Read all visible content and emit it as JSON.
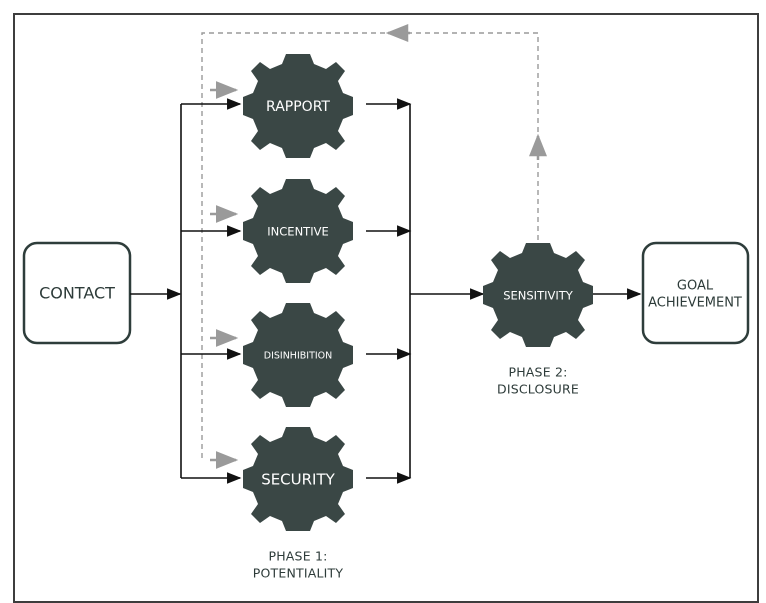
{
  "diagram": {
    "start_box": {
      "label": "CONTACT"
    },
    "phase1": {
      "gears": [
        {
          "label": "RAPPORT"
        },
        {
          "label": "INCENTIVE"
        },
        {
          "label": "DISINHIBITION"
        },
        {
          "label": "SECURITY"
        }
      ],
      "caption_line1": "PHASE 1:",
      "caption_line2": "POTENTIALITY"
    },
    "phase2": {
      "gear": {
        "label": "SENSITIVITY"
      },
      "caption_line1": "PHASE 2:",
      "caption_line2": "DISCLOSURE"
    },
    "end_box": {
      "label_line1": "GOAL",
      "label_line2": "ACHIEVEMENT"
    },
    "colors": {
      "gear_fill": "#3a4745",
      "box_stroke": "#2e3d3b",
      "arrow": "#111111",
      "feedback_arrow": "#9a9a9a"
    },
    "icons": [
      "gear-icon",
      "arrow-right-icon",
      "dashed-feedback-arrow-icon"
    ]
  }
}
